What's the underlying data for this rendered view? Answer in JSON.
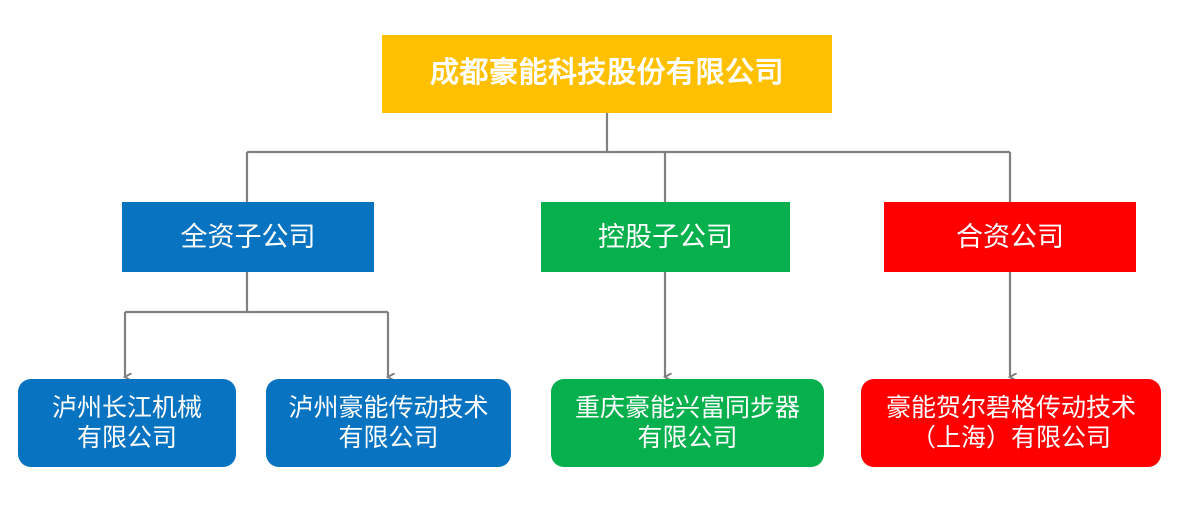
{
  "diagram": {
    "type": "organization-chart",
    "title_text": "成都豪能科技股份有限公司",
    "colors": {
      "root": "#FFC000",
      "wholly_owned": "#0873C1",
      "holding": "#06B04C",
      "joint_venture": "#FF0000",
      "connector": "#808080",
      "text": "#FFFFFF",
      "background": "#FFFFFF"
    },
    "root": {
      "label": "成都豪能科技股份有限公司"
    },
    "categories": [
      {
        "key": "wholly_owned",
        "label": "全资子公司",
        "color": "#0873C1"
      },
      {
        "key": "holding",
        "label": "控股子公司",
        "color": "#06B04C"
      },
      {
        "key": "joint_venture",
        "label": "合资公司",
        "color": "#FF0000"
      }
    ],
    "subsidiaries": [
      {
        "key": "changjiang",
        "label": "泸州长江机械\n有限公司",
        "parent": "wholly_owned",
        "color": "#0873C1"
      },
      {
        "key": "haoneng_transmission",
        "label": "泸州豪能传动技术\n有限公司",
        "parent": "wholly_owned",
        "color": "#0873C1"
      },
      {
        "key": "xingfu_synchronizer",
        "label": "重庆豪能兴富同步器\n有限公司",
        "parent": "holding",
        "color": "#06B04C"
      },
      {
        "key": "hoerbiger_shanghai",
        "label": "豪能贺尔碧格传动技术\n（上海）有限公司",
        "parent": "joint_venture",
        "color": "#FF0000"
      }
    ]
  }
}
